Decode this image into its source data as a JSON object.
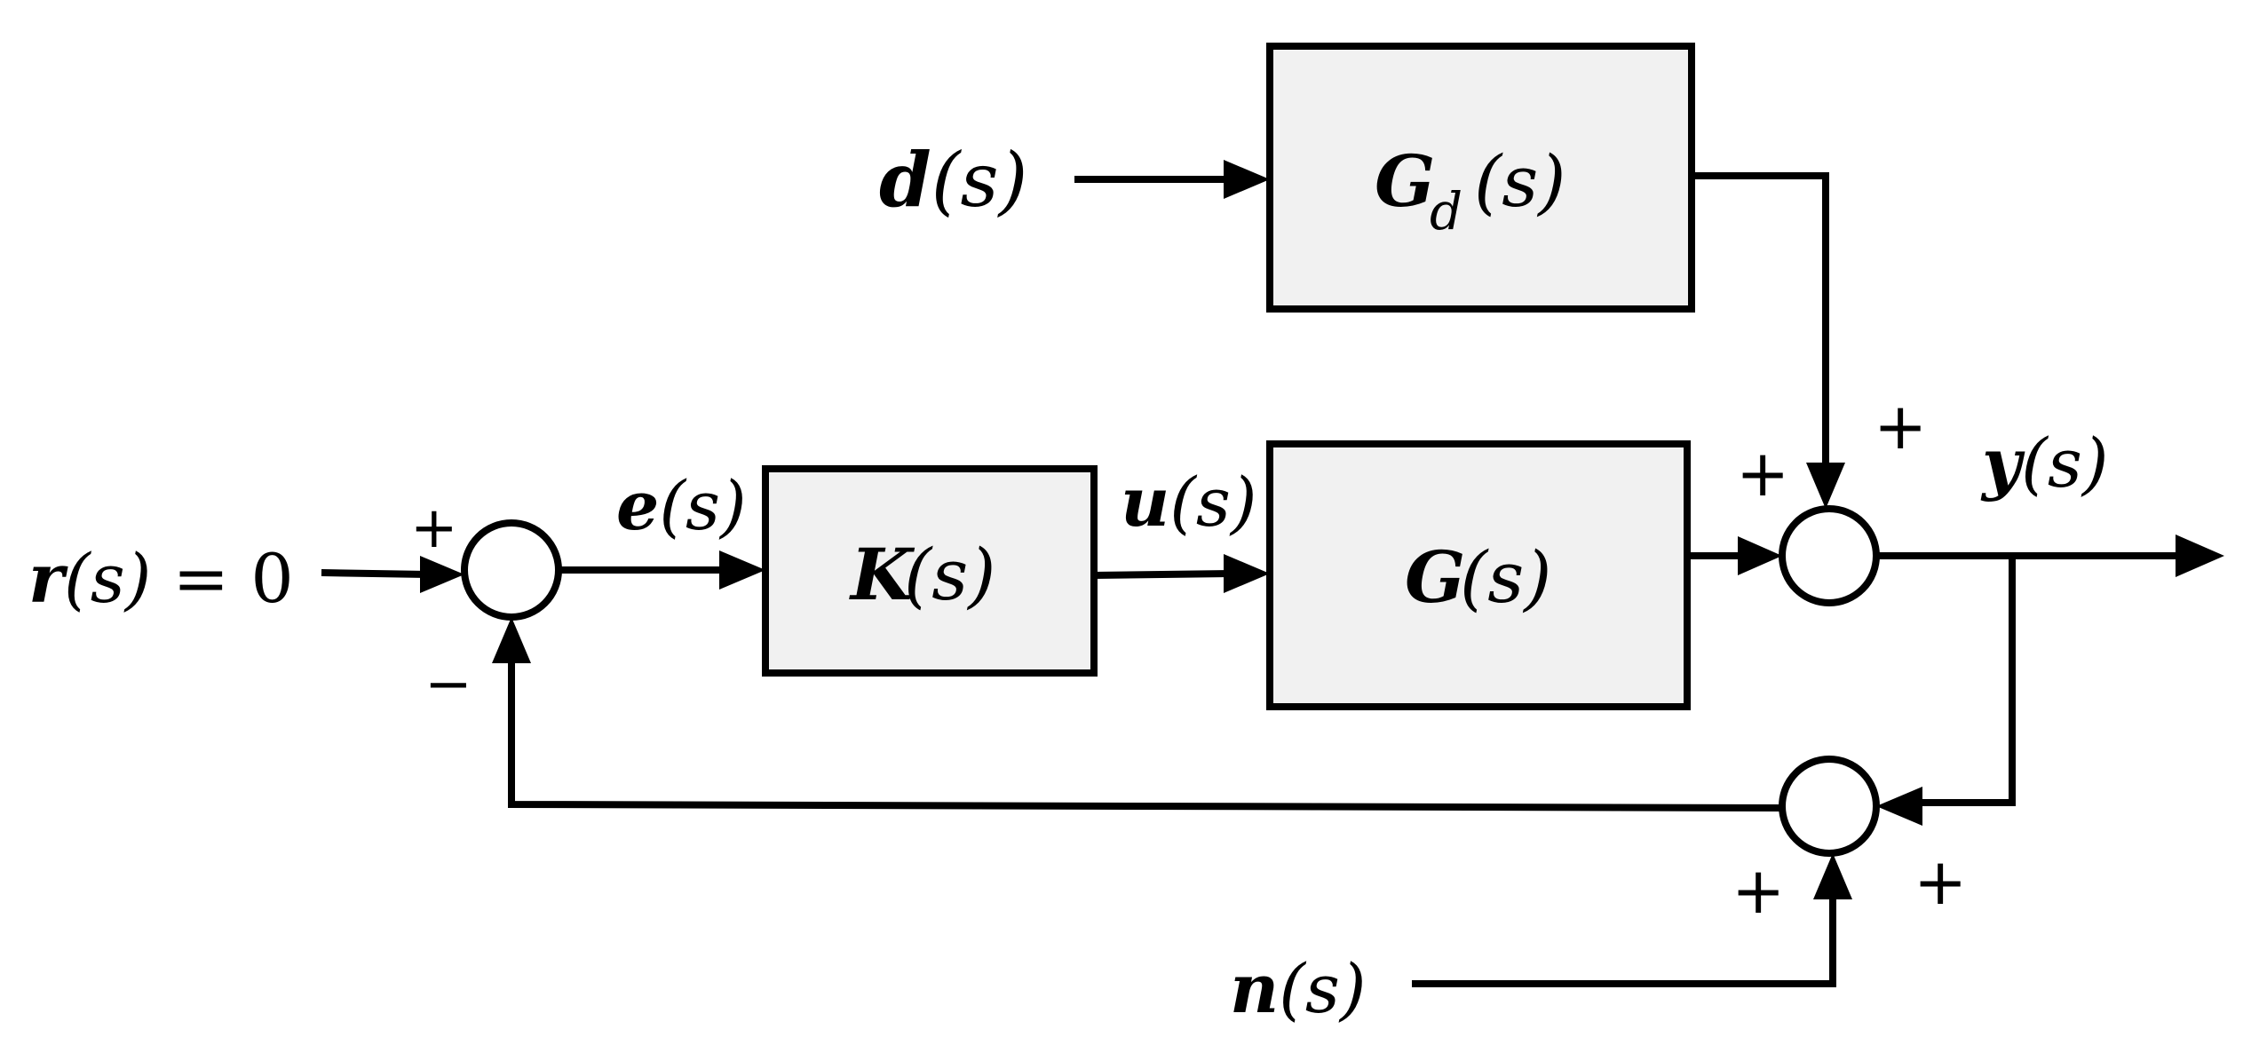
{
  "blocks": {
    "gd": {
      "sym": "G",
      "sub": "d",
      "arg": "(s)"
    },
    "k": {
      "sym": "K",
      "arg": "(s)"
    },
    "g": {
      "sym": "G",
      "arg": "(s)"
    }
  },
  "signals": {
    "reference": {
      "sym": "r",
      "arg": "(s)",
      "suffix": " = 0"
    },
    "error": {
      "sym": "e",
      "arg": "(s)"
    },
    "control": {
      "sym": "u",
      "arg": "(s)"
    },
    "disturbance": {
      "sym": "d",
      "arg": "(s)"
    },
    "output": {
      "sym": "y",
      "arg": "(s)"
    },
    "noise": {
      "sym": "n",
      "arg": "(s)"
    }
  },
  "signs": {
    "plus": "+",
    "minus": "−"
  }
}
